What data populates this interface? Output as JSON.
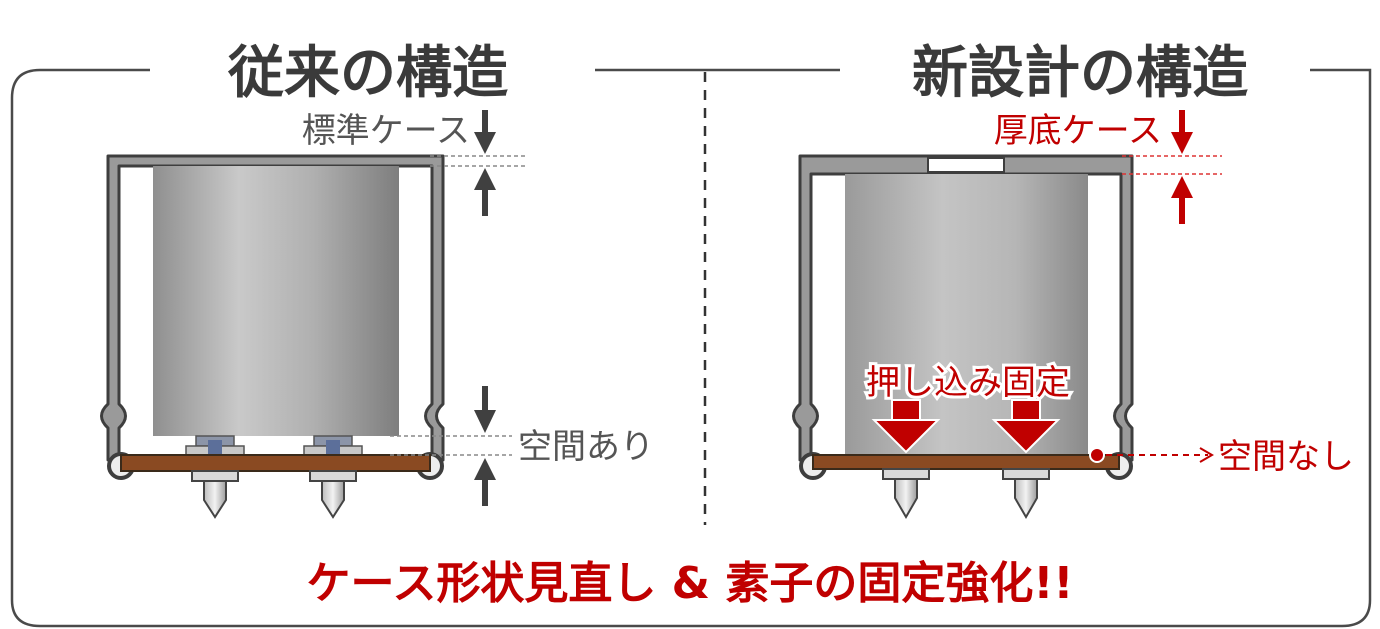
{
  "titles": {
    "left": "従来の構造",
    "right": "新設計の構造"
  },
  "labels": {
    "standard_case": "標準ケース",
    "gap_present": "空間あり",
    "thick_bottom_case": "厚底ケース",
    "press_fit": "押し込み固定",
    "no_gap": "空間なし"
  },
  "bottom_message": "ケース形状見直し & 素子の固定強化!!",
  "colors": {
    "title_text": "#3a3a3a",
    "label_gray": "#555555",
    "accent_red": "#c00000",
    "case_outline": "#4d4d4d",
    "case_fill": "#888888",
    "board_brown": "#8a4a22"
  }
}
